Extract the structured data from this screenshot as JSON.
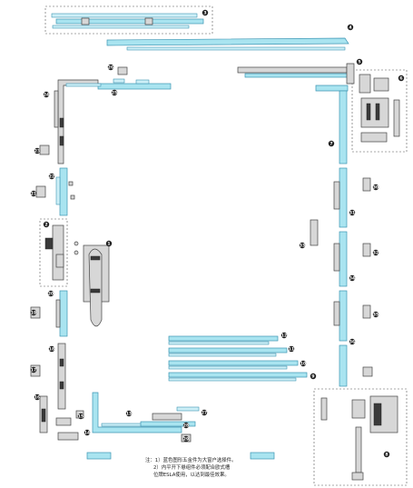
{
  "callouts": [
    "1",
    "2",
    "3",
    "4",
    "5",
    "6",
    "7",
    "8",
    "9",
    "10",
    "11",
    "12",
    "13",
    "14",
    "15",
    "16",
    "17",
    "18",
    "19",
    "20",
    "21",
    "22",
    "23",
    "24",
    "25",
    "26",
    "27",
    "28",
    "29",
    "30",
    "31",
    "32",
    "33",
    "34",
    "35",
    "36"
  ],
  "notes": {
    "line1": "注：1）蓝色图形五金件为大窗户选择件。",
    "line2": "2）内平开下悬组件必须配合欧式槽",
    "line3": "位牌ESLA使用，以达到最佳效果。"
  },
  "colors": {
    "accent": "#3d95b3",
    "fill": "#a9e4f0",
    "ink": "#1e1e1e"
  }
}
